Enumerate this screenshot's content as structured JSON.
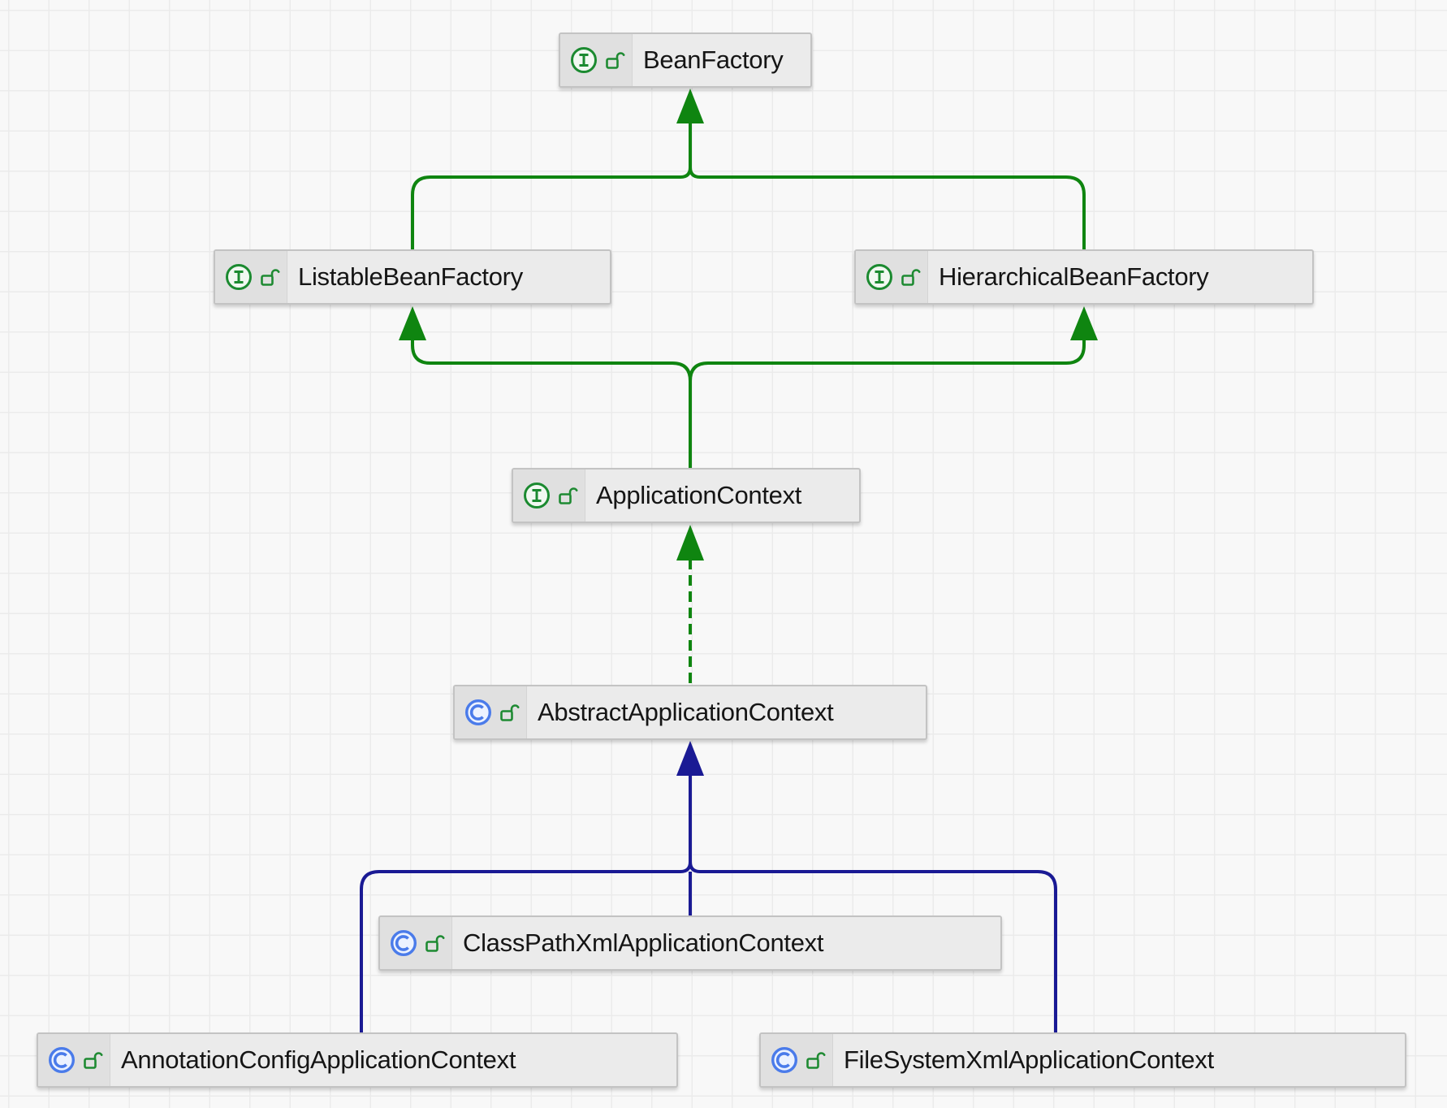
{
  "diagram": {
    "nodes": [
      {
        "id": "beanfactory",
        "label": "BeanFactory",
        "kind": "interface",
        "visibility": "public"
      },
      {
        "id": "listable",
        "label": "ListableBeanFactory",
        "kind": "interface",
        "visibility": "public"
      },
      {
        "id": "hierarchical",
        "label": "HierarchicalBeanFactory",
        "kind": "interface",
        "visibility": "public"
      },
      {
        "id": "appcontext",
        "label": "ApplicationContext",
        "kind": "interface",
        "visibility": "public"
      },
      {
        "id": "abstractapp",
        "label": "AbstractApplicationContext",
        "kind": "class",
        "visibility": "public"
      },
      {
        "id": "classpath",
        "label": "ClassPathXmlApplicationContext",
        "kind": "class",
        "visibility": "public"
      },
      {
        "id": "annotation",
        "label": "AnnotationConfigApplicationContext",
        "kind": "class",
        "visibility": "public"
      },
      {
        "id": "filesystem",
        "label": "FileSystemXmlApplicationContext",
        "kind": "class",
        "visibility": "public"
      }
    ],
    "edges": [
      {
        "from": "ListableBeanFactory",
        "to": "BeanFactory",
        "relation": "extends",
        "line": "solid",
        "color_key": "inheritance_green"
      },
      {
        "from": "HierarchicalBeanFactory",
        "to": "BeanFactory",
        "relation": "extends",
        "line": "solid",
        "color_key": "inheritance_green"
      },
      {
        "from": "ApplicationContext",
        "to": "ListableBeanFactory",
        "relation": "extends",
        "line": "solid",
        "color_key": "inheritance_green"
      },
      {
        "from": "ApplicationContext",
        "to": "HierarchicalBeanFactory",
        "relation": "extends",
        "line": "solid",
        "color_key": "inheritance_green"
      },
      {
        "from": "AbstractApplicationContext",
        "to": "ApplicationContext",
        "relation": "implements",
        "line": "dashed",
        "color_key": "inheritance_green"
      },
      {
        "from": "ClassPathXmlApplicationContext",
        "to": "AbstractApplicationContext",
        "relation": "extends",
        "line": "solid",
        "color_key": "inheritance_navy"
      },
      {
        "from": "AnnotationConfigApplicationContext",
        "to": "AbstractApplicationContext",
        "relation": "extends",
        "line": "solid",
        "color_key": "inheritance_navy"
      },
      {
        "from": "FileSystemXmlApplicationContext",
        "to": "AbstractApplicationContext",
        "relation": "extends",
        "line": "solid",
        "color_key": "inheritance_navy"
      }
    ],
    "colors": {
      "inheritance_green": "#0f8510",
      "inheritance_navy": "#1a1a94",
      "interface_green": "#1b8a30",
      "class_blue": "#4a7bea",
      "lock_green": "#1e8a32",
      "node_background": "#ebebeb",
      "node_border": "#c3c3c3",
      "canvas_background": "#f8f8f8"
    }
  }
}
